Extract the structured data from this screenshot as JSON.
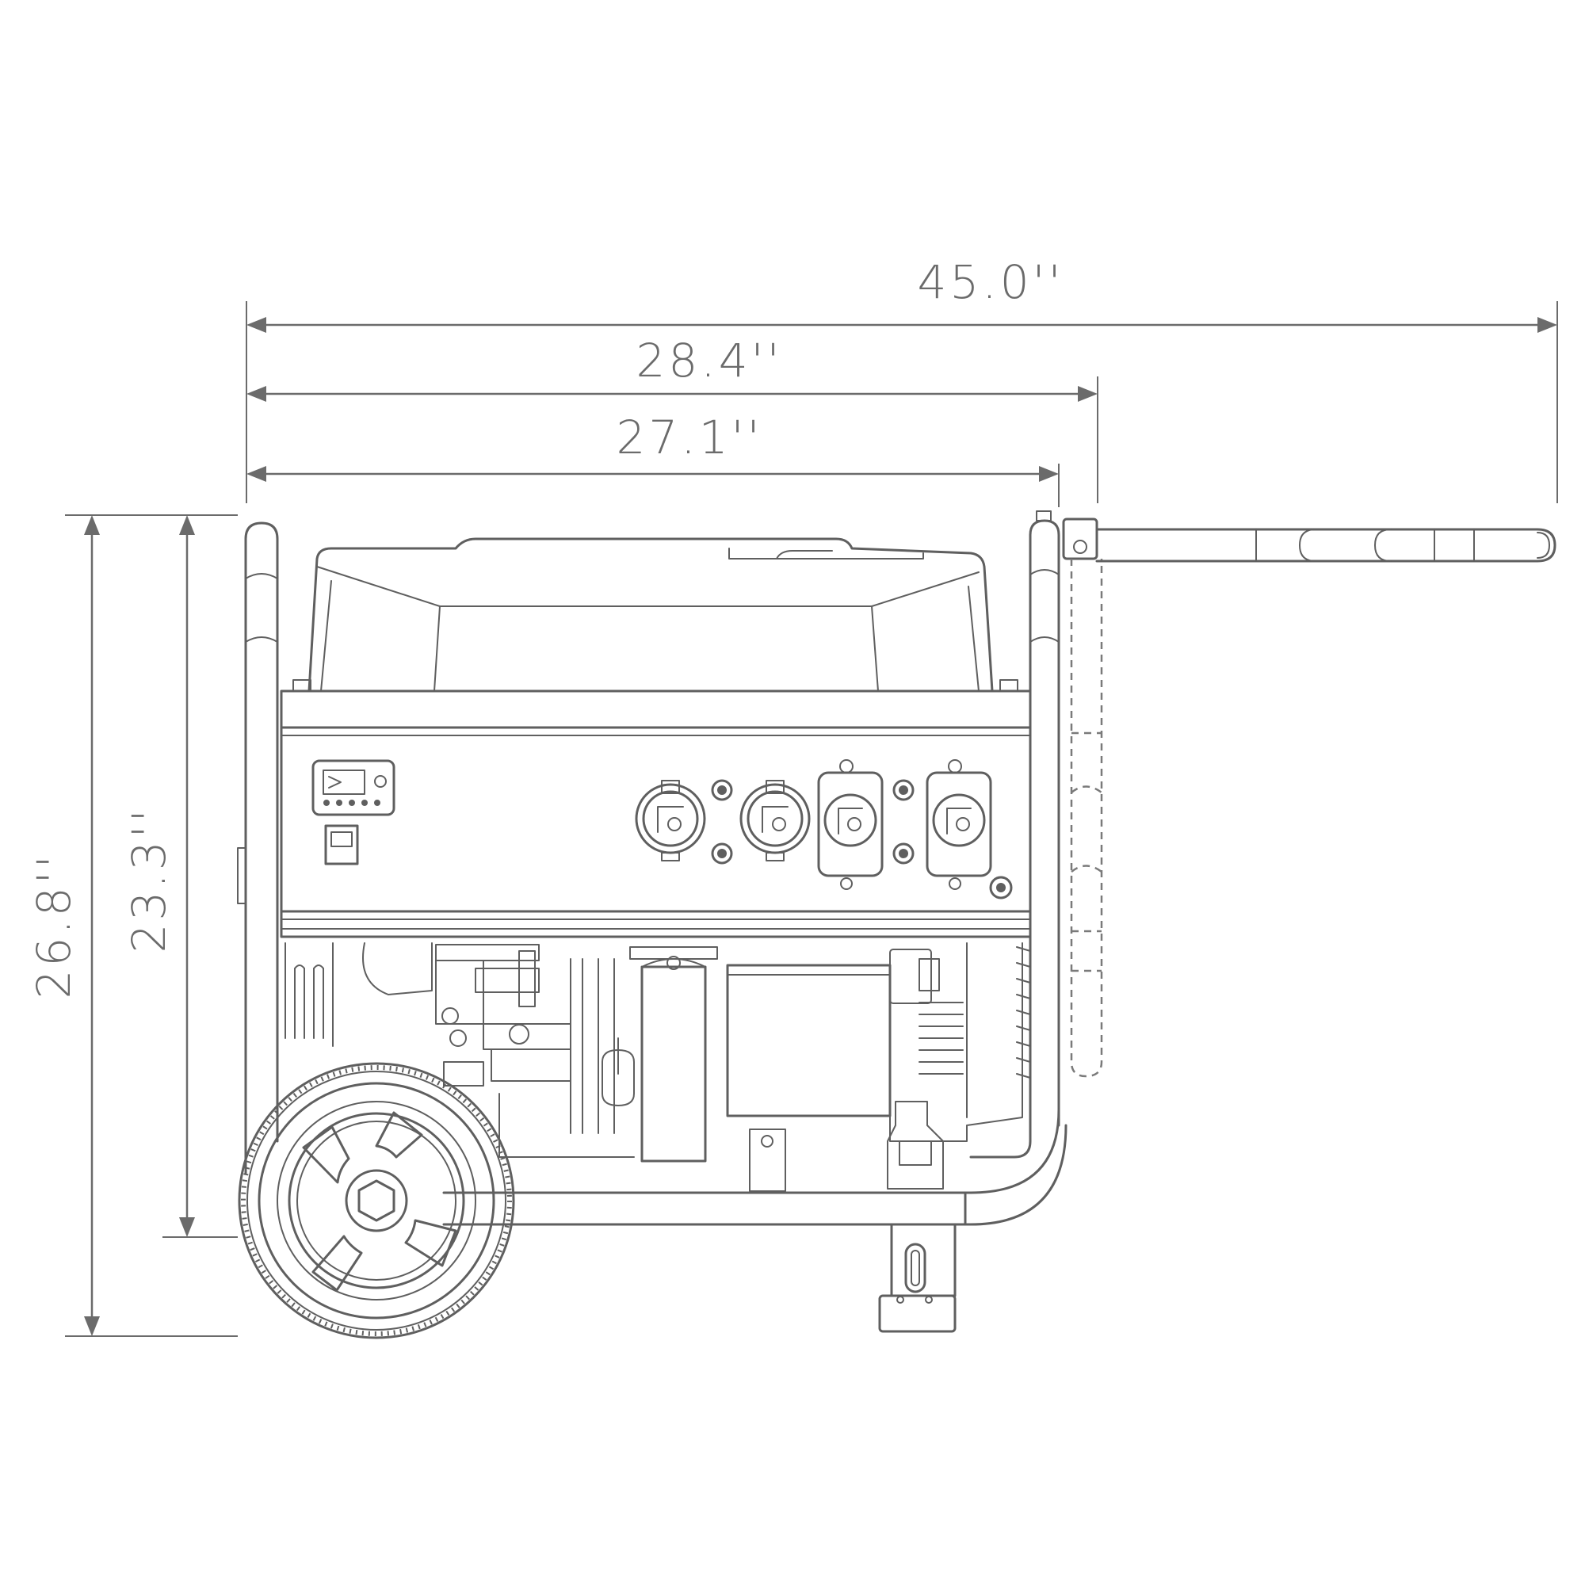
{
  "dimensions": {
    "overall_length_with_handle": "45.0''",
    "length_to_handle_bracket": "28.4''",
    "frame_length": "27.1''",
    "overall_height": "26.8''",
    "frame_height": "23.3''"
  },
  "colors": {
    "line": "#5f5f5f",
    "dimension": "#6b6b6b",
    "background": "#ffffff"
  }
}
